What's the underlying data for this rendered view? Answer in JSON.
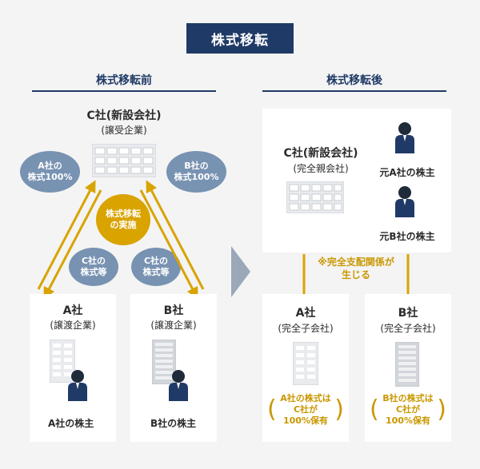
{
  "title": "株式移転",
  "before": {
    "heading": "株式移転前",
    "company_c": {
      "name": "C社(新設会社)",
      "role": "(譲受企業)"
    },
    "bubble_a_to_c": "A社の\n株式100%",
    "bubble_b_to_c": "B社の\n株式100%",
    "bubble_c_to_a": "C社の\n株式等",
    "bubble_c_to_b": "C社の\n株式等",
    "center_circle": "株式移転\nの実施",
    "company_a": {
      "name": "A社",
      "role": "(譲渡企業)",
      "holder": "A社の株主"
    },
    "company_b": {
      "name": "B社",
      "role": "(譲渡企業)",
      "holder": "B社の株主"
    }
  },
  "after": {
    "heading": "株式移転後",
    "company_c": {
      "name": "C社(新設会社)",
      "role": "(完全親会社)",
      "holder_a": "元A社の株主",
      "holder_b": "元B社の株主"
    },
    "relation_note": "※完全支配関係が\n生じる",
    "company_a": {
      "name": "A社",
      "role": "(完全子会社)",
      "ownership": "A社の株式は\nC社が\n100%保有"
    },
    "company_b": {
      "name": "B社",
      "role": "(完全子会社)",
      "ownership": "B社の株式は\nC社が\n100%保有"
    }
  },
  "colors": {
    "navy": "#1f3a66",
    "gold": "#d9a300",
    "bubble": "#7892b2",
    "arrow_gray": "#9aa8b8"
  }
}
